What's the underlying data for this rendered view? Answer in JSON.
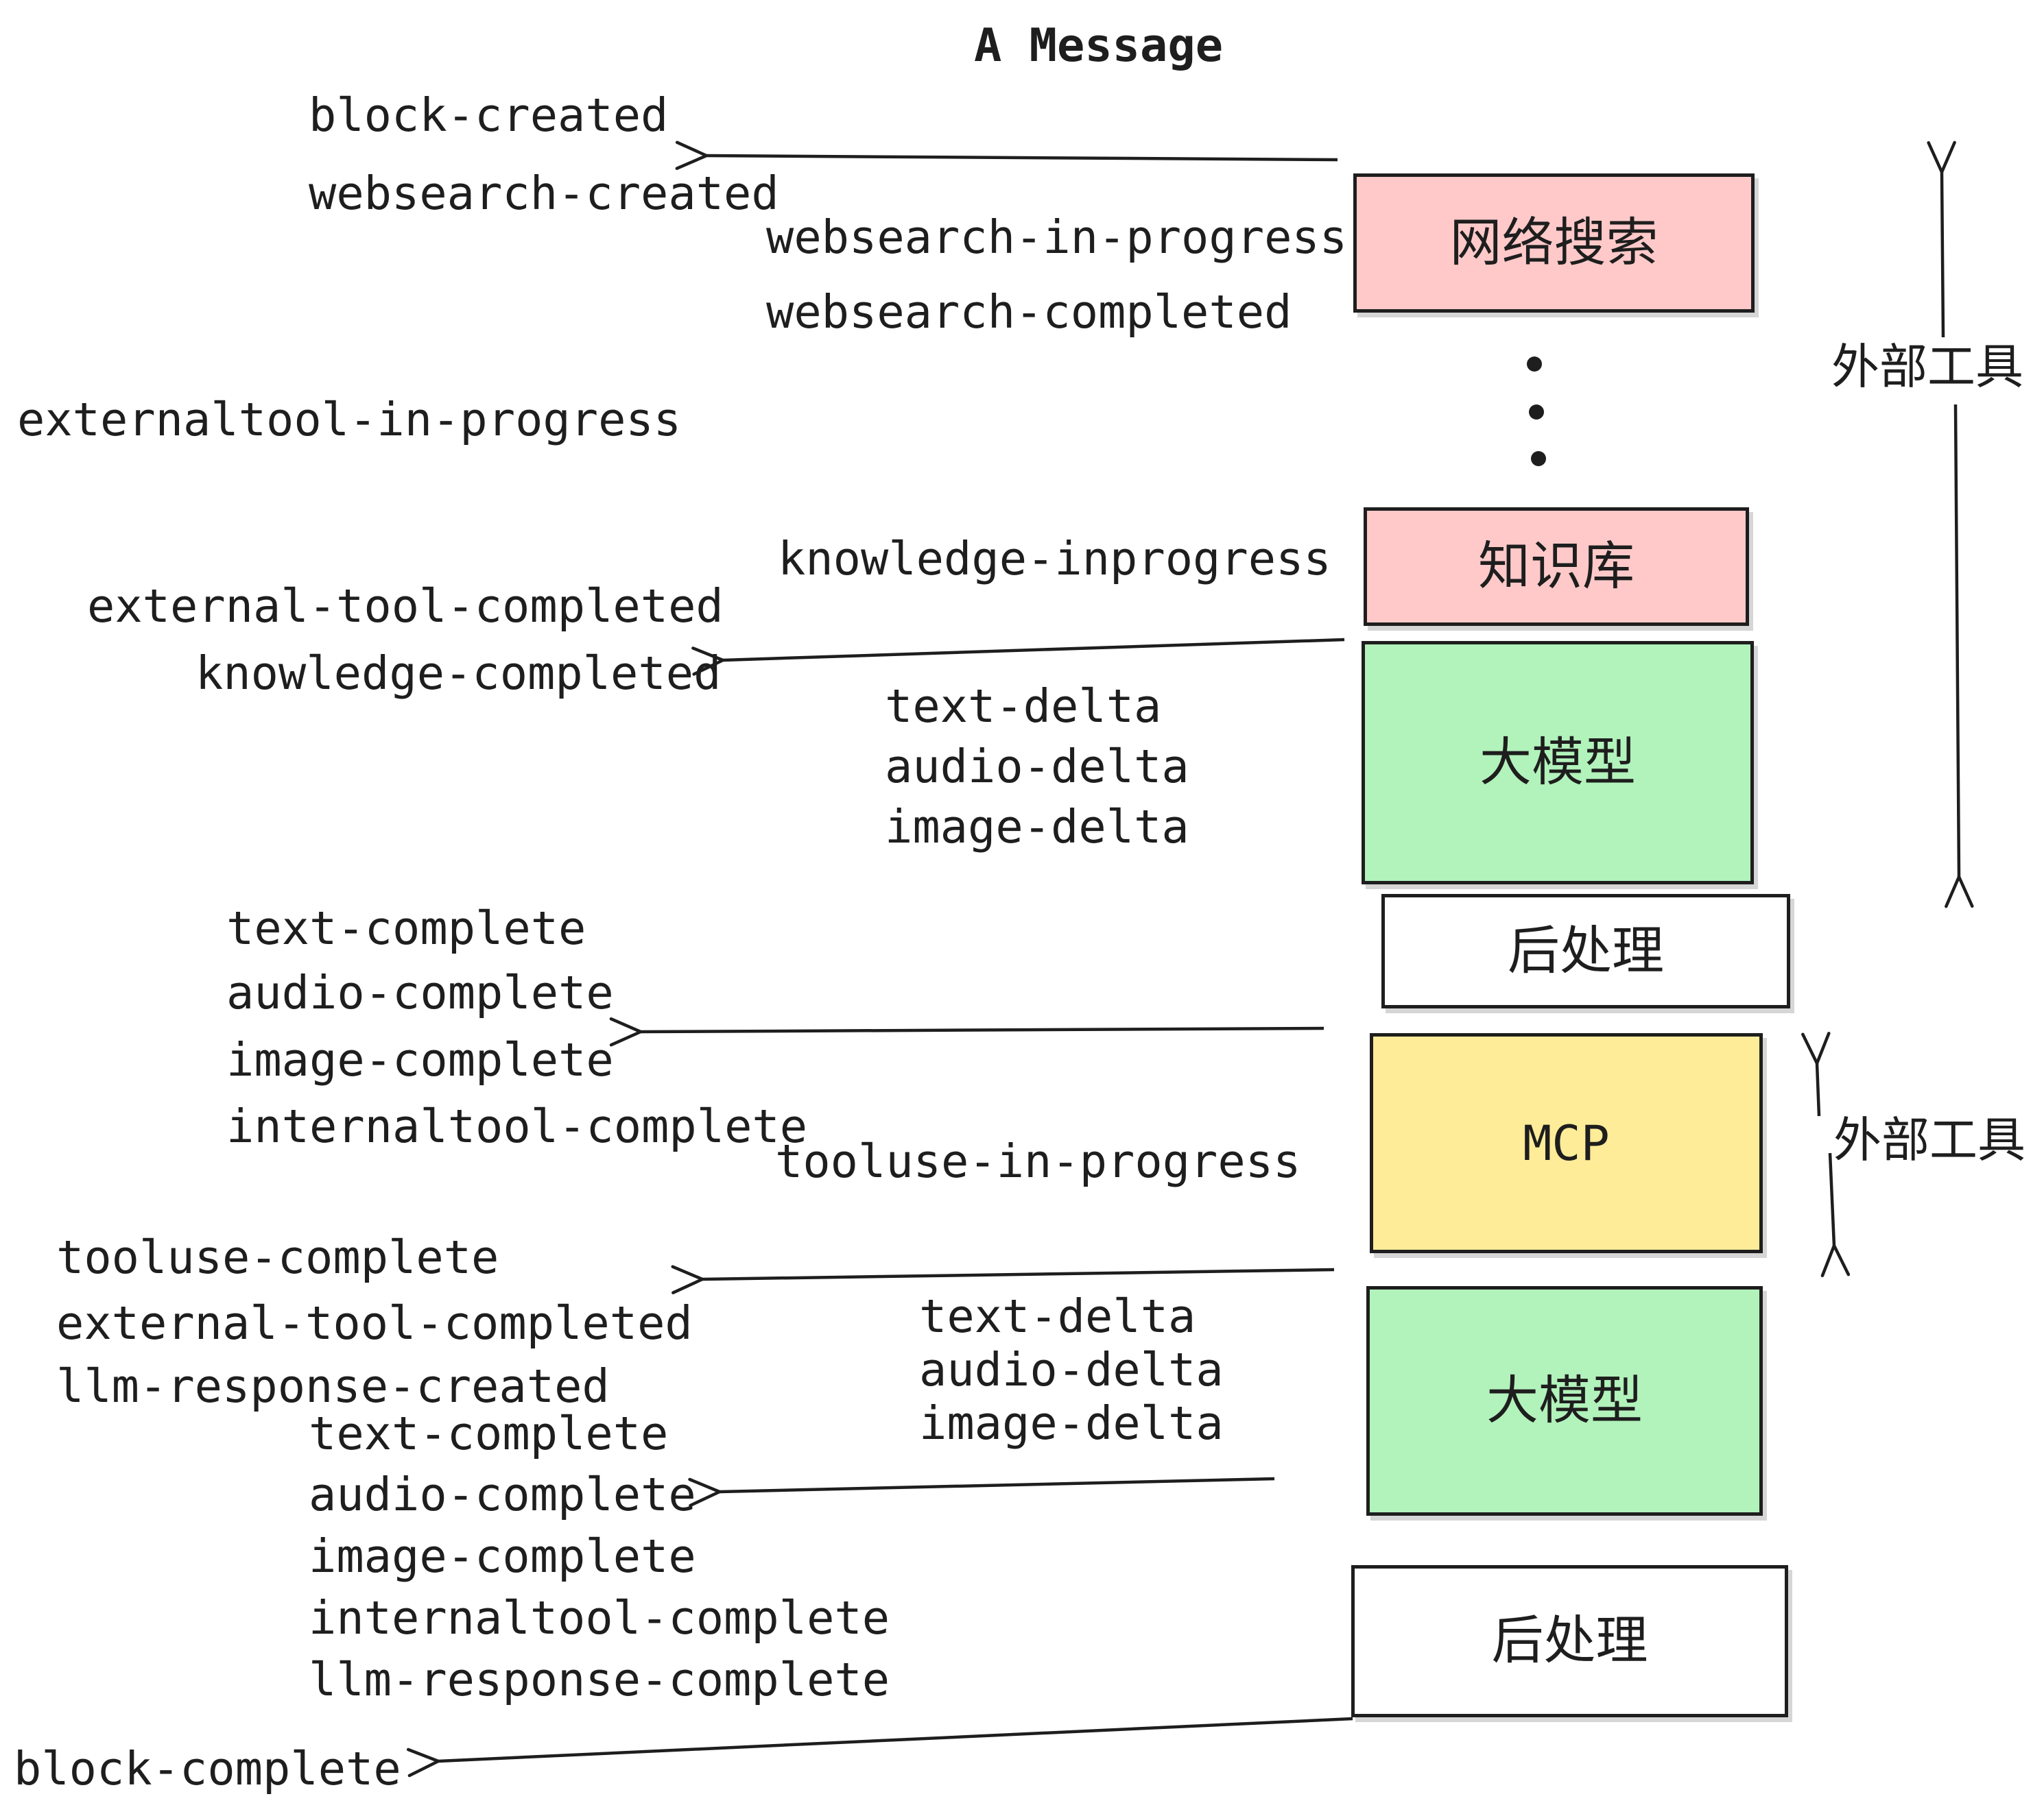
{
  "diagram": {
    "title": "A Message",
    "colors": {
      "ink": "#1e1e1e",
      "pink": "#ffc9c9",
      "green": "#b2f2bb",
      "yellow": "#ffec99",
      "white": "#ffffff"
    },
    "boxes": [
      {
        "id": "websearch",
        "label": "网络搜索",
        "color": "#ffc9c9"
      },
      {
        "id": "knowledge",
        "label": "知识库",
        "color": "#ffc9c9"
      },
      {
        "id": "llm-1",
        "label": "大模型",
        "color": "#b2f2bb"
      },
      {
        "id": "post-1",
        "label": "后处理",
        "color": "#ffffff"
      },
      {
        "id": "mcp",
        "label": "MCP",
        "color": "#ffec99"
      },
      {
        "id": "llm-2",
        "label": "大模型",
        "color": "#b2f2bb"
      },
      {
        "id": "post-2",
        "label": "后处理",
        "color": "#ffffff"
      }
    ],
    "side_labels": [
      {
        "text": "外部工具"
      },
      {
        "text": "外部工具"
      }
    ],
    "event_labels": [
      {
        "text": "block-created"
      },
      {
        "text": "websearch-created"
      },
      {
        "text": "websearch-in-progress"
      },
      {
        "text": "websearch-completed"
      },
      {
        "text": "externaltool-in-progress"
      },
      {
        "text": "knowledge-inprogress"
      },
      {
        "text": "external-tool-completed"
      },
      {
        "text": "knowledge-completed"
      },
      {
        "text": "text-delta"
      },
      {
        "text": "audio-delta"
      },
      {
        "text": "image-delta"
      },
      {
        "text": "text-complete"
      },
      {
        "text": "audio-complete"
      },
      {
        "text": "image-complete"
      },
      {
        "text": "internaltool-complete"
      },
      {
        "text": "tooluse-in-progress"
      },
      {
        "text": "tooluse-complete"
      },
      {
        "text": "external-tool-completed"
      },
      {
        "text": "llm-response-created"
      },
      {
        "text": "text-delta"
      },
      {
        "text": "audio-delta"
      },
      {
        "text": "image-delta"
      },
      {
        "text": "text-complete"
      },
      {
        "text": "audio-complete"
      },
      {
        "text": "image-complete"
      },
      {
        "text": "internaltool-complete"
      },
      {
        "text": "llm-response-complete"
      },
      {
        "text": "block-complete"
      }
    ]
  }
}
